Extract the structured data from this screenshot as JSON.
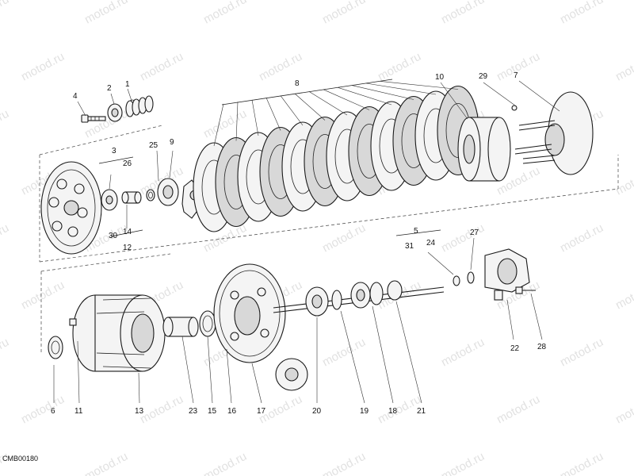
{
  "diagram": {
    "code": "CMB00180",
    "watermark": "motod.ru",
    "callouts": [
      {
        "id": "c1",
        "label": "1"
      },
      {
        "id": "c2",
        "label": "2"
      },
      {
        "id": "c4",
        "label": "4"
      },
      {
        "id": "c8",
        "label": "8"
      },
      {
        "id": "c10",
        "label": "10"
      },
      {
        "id": "c29",
        "label": "29"
      },
      {
        "id": "c7",
        "label": "7"
      },
      {
        "id": "c3",
        "label": "3"
      },
      {
        "id": "c26",
        "label": "26"
      },
      {
        "id": "c25",
        "label": "25"
      },
      {
        "id": "c9",
        "label": "9"
      },
      {
        "id": "c14",
        "label": "14"
      },
      {
        "id": "c30",
        "label": "30"
      },
      {
        "id": "c12",
        "label": "12"
      },
      {
        "id": "c5",
        "label": "5"
      },
      {
        "id": "c31",
        "label": "31"
      },
      {
        "id": "c24",
        "label": "24"
      },
      {
        "id": "c27",
        "label": "27"
      },
      {
        "id": "c22",
        "label": "22"
      },
      {
        "id": "c28",
        "label": "28"
      },
      {
        "id": "c6",
        "label": "6"
      },
      {
        "id": "c11",
        "label": "11"
      },
      {
        "id": "c13",
        "label": "13"
      },
      {
        "id": "c23",
        "label": "23"
      },
      {
        "id": "c15",
        "label": "15"
      },
      {
        "id": "c16",
        "label": "16"
      },
      {
        "id": "c17",
        "label": "17"
      },
      {
        "id": "c20",
        "label": "20"
      },
      {
        "id": "c19",
        "label": "19"
      },
      {
        "id": "c18",
        "label": "18"
      },
      {
        "id": "c21",
        "label": "21"
      }
    ]
  }
}
